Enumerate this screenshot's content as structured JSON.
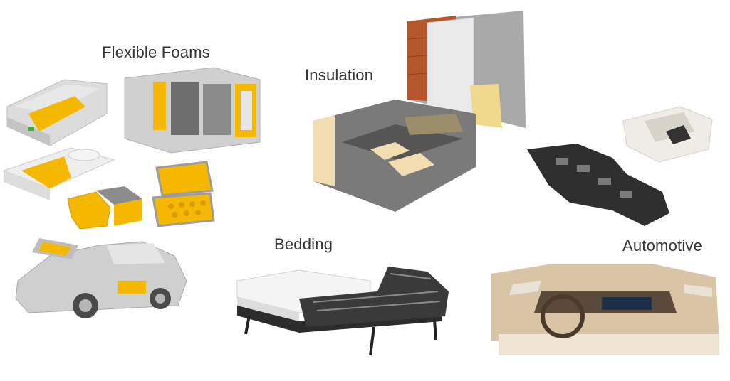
{
  "labels": {
    "flexible_foams": "Flexible Foams",
    "insulation": "Insulation",
    "bedding": "Bedding",
    "automotive": "Automotive"
  },
  "colors": {
    "foam_yellow": "#f5b800",
    "light_gray": "#d9d9d9",
    "dark_gray": "#3a3a3a",
    "brick": "#b5562c",
    "concrete": "#a9a9a9",
    "tan": "#d9c4a6"
  }
}
